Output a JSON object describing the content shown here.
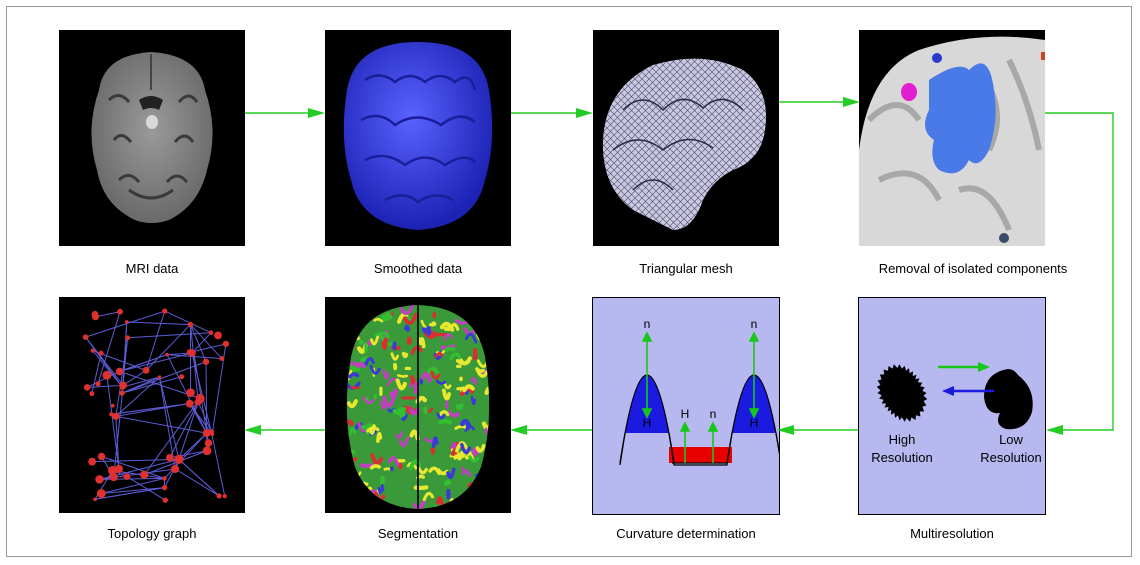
{
  "captions": {
    "mri": "MRI data",
    "smoothed": "Smoothed data",
    "mesh": "Triangular mesh",
    "removal": "Removal of isolated components",
    "multires": "Multiresolution",
    "curvature": "Curvature determination",
    "segmentation": "Segmentation",
    "topology": "Topology graph"
  },
  "multires": {
    "high_line1": "High",
    "high_line2": "Resolution",
    "low_line1": "Low",
    "low_line2": "Resolution"
  },
  "curvature": {
    "normal_label": "n",
    "mean_curvature_label": "H"
  },
  "colors": {
    "arrow": "#22cc22",
    "panel_lavender": "#b8b8f0",
    "smoothed_blue": "#2a32e6",
    "convex_blue": "#1a1ae0",
    "concave_red": "#e80000",
    "graph_edge": "#5c5cd6",
    "graph_node": "#e03030"
  }
}
